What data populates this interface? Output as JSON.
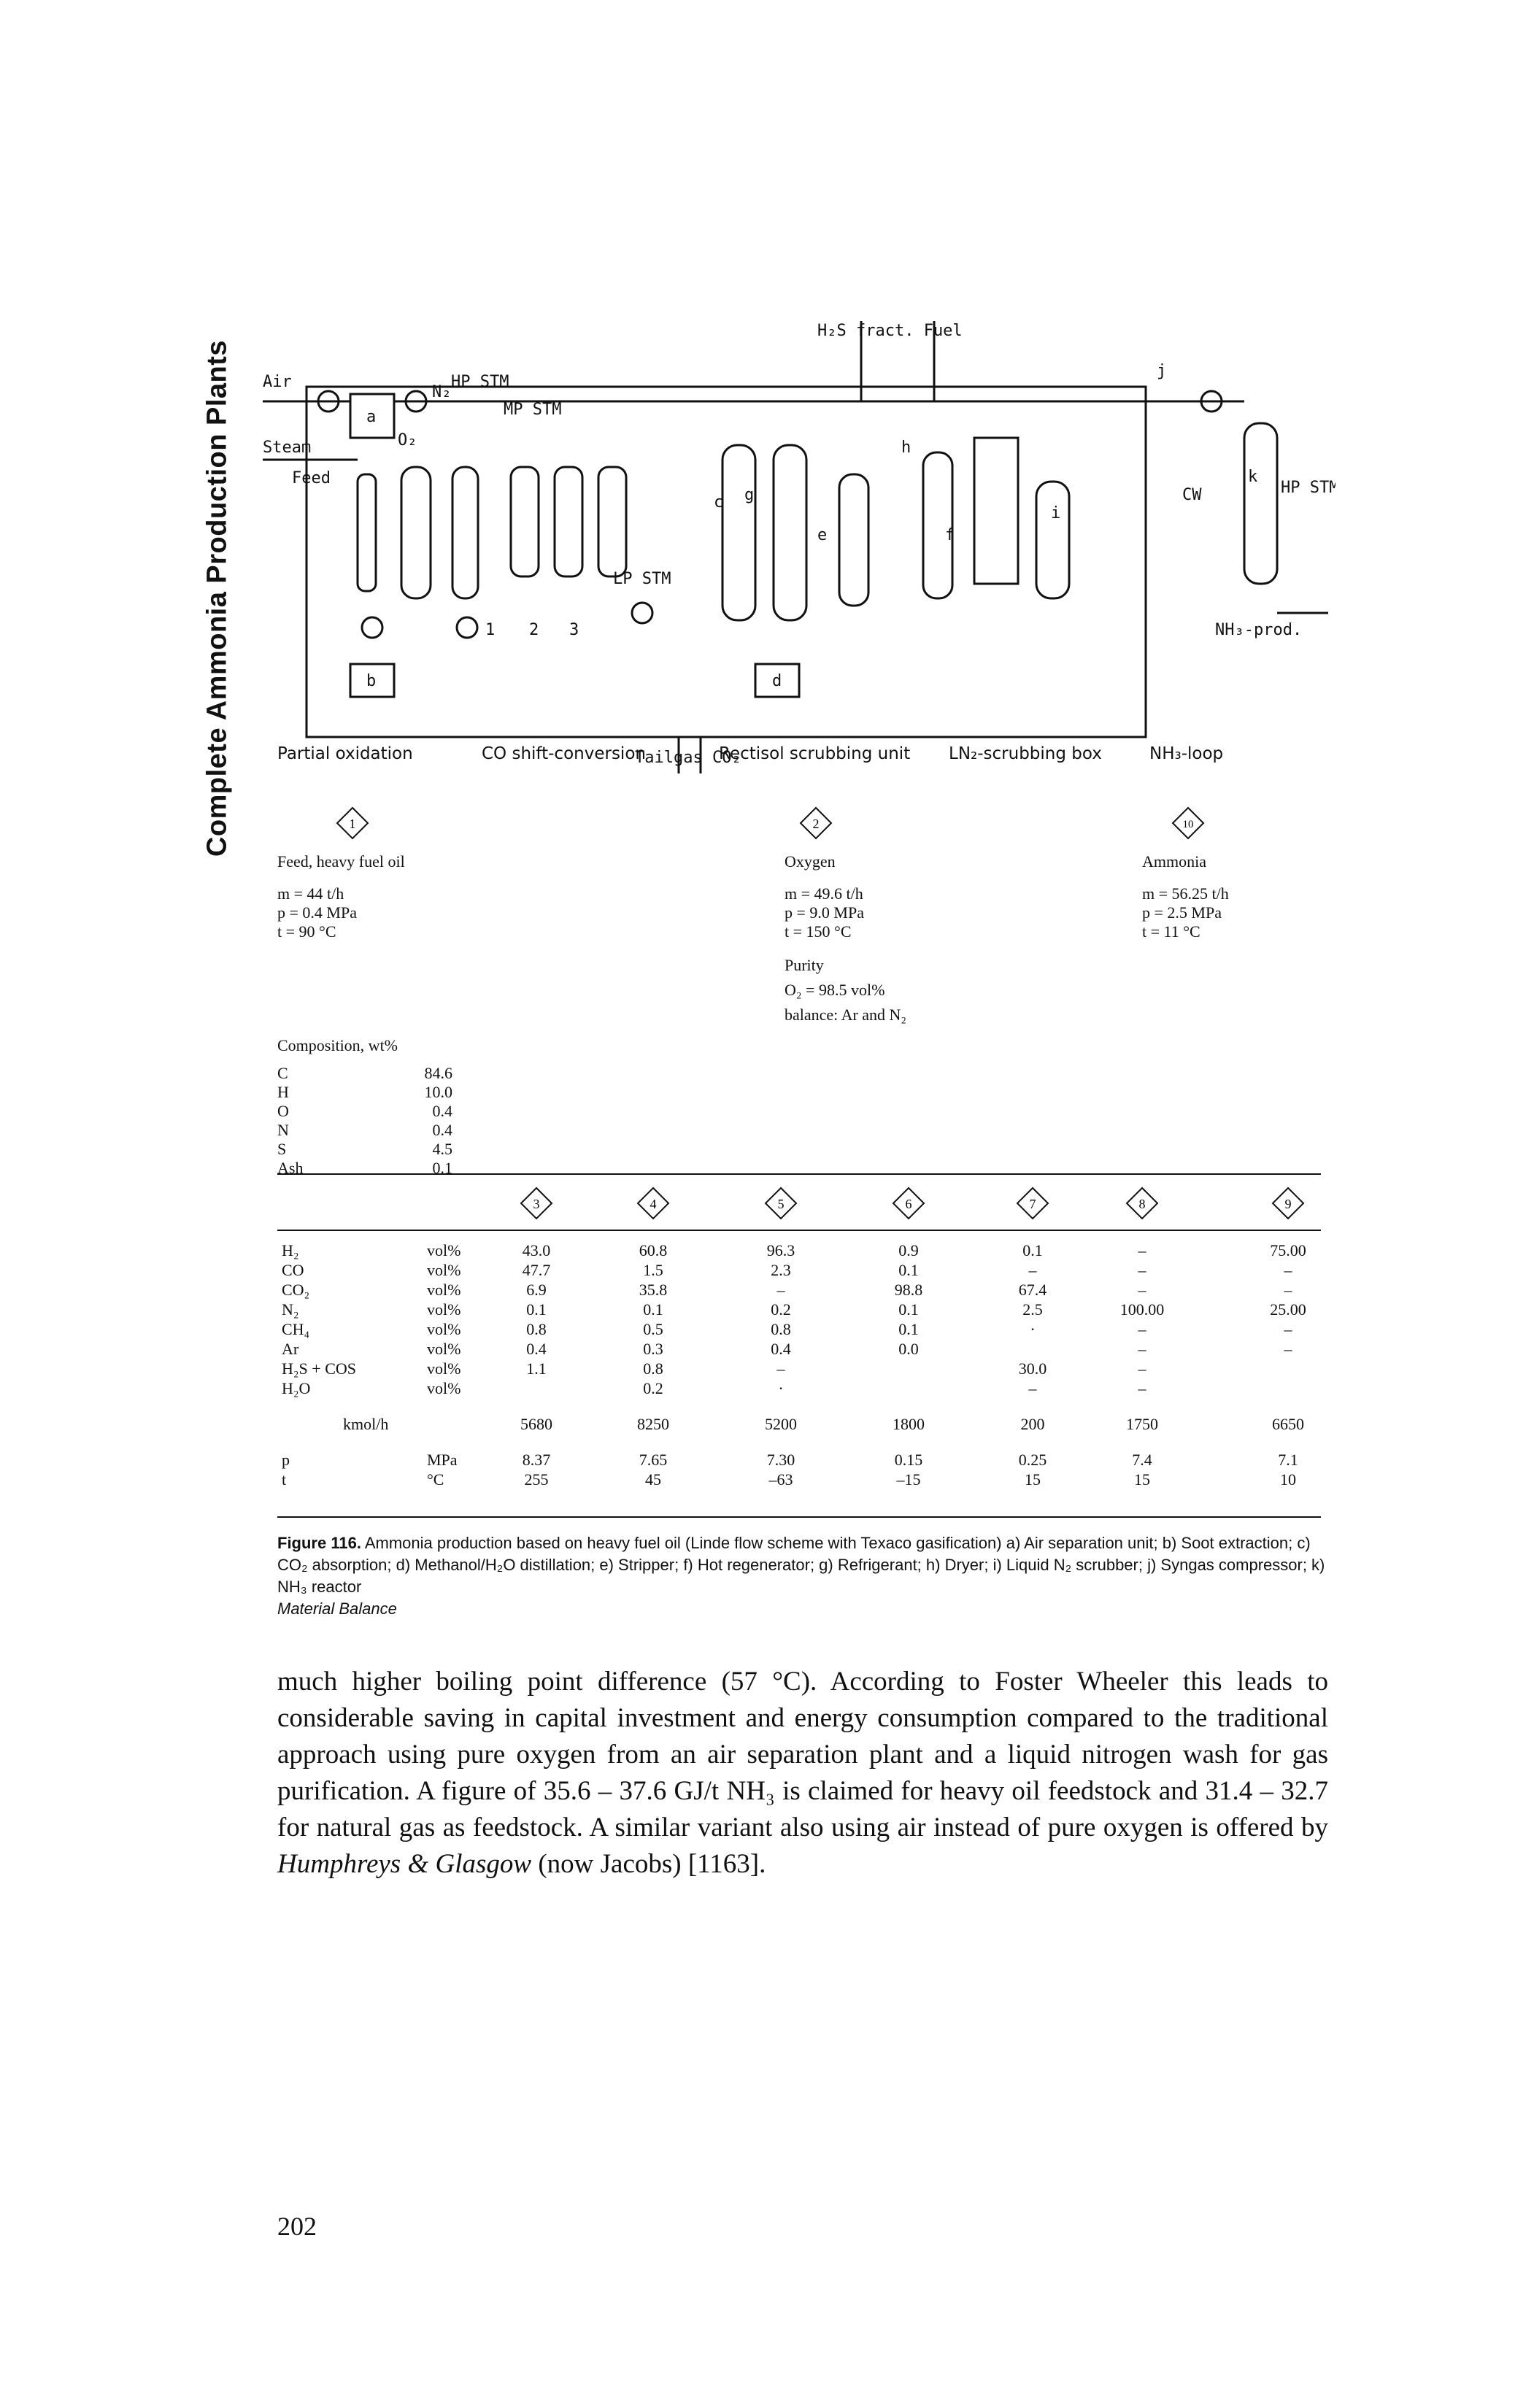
{
  "sidebar": {
    "running_head": "Complete Ammonia Production Plants"
  },
  "diagram": {
    "labels": {
      "air": "Air",
      "steam": "Steam",
      "feed": "Feed",
      "n2": "N₂",
      "o2": "O₂",
      "hp_stm": "HP STM",
      "mp_stm": "MP STM",
      "lp_stm": "LP STM",
      "h2s_fuel": "H₂S fract.  Fuel",
      "tailgas": "Tailgas CO₂",
      "cw": "CW",
      "hp_stm_right": "HP STM",
      "nh3_prod": "NH₃-prod.",
      "unit_a": "a",
      "unit_b": "b",
      "unit_c": "c",
      "unit_d": "d",
      "unit_e": "e",
      "unit_f": "f",
      "unit_g": "g",
      "unit_h": "h",
      "unit_i": "i",
      "unit_j": "j",
      "unit_k": "k",
      "n1": "1",
      "n2b": "2",
      "n3": "3"
    },
    "sections": [
      "Partial oxidation",
      "CO shift-conversion",
      "Rectisol scrubbing unit",
      "LN₂-scrubbing box",
      "NH₃-loop"
    ]
  },
  "streams": {
    "s1": {
      "num": "1",
      "title": "Feed, heavy fuel oil",
      "m": "m = 44 t/h",
      "p": "p = 0.4 MPa",
      "t": "t = 90 °C"
    },
    "s2": {
      "num": "2",
      "title": "Oxygen",
      "m": "m = 49.6 t/h",
      "p": "p = 9.0 MPa",
      "t": "t = 150 °C",
      "purity_label": "Purity",
      "purity": "O₂ = 98.5 vol%",
      "balance": "balance: Ar and N₂"
    },
    "s10": {
      "num": "10",
      "title": "Ammonia",
      "m": "m = 56.25 t/h",
      "p": "p = 2.5 MPa",
      "t": "t = 11 °C"
    }
  },
  "composition": {
    "title": "Composition, wt%",
    "rows": [
      {
        "k": "C",
        "v": "84.6"
      },
      {
        "k": "H",
        "v": "10.0"
      },
      {
        "k": "O",
        "v": "0.4"
      },
      {
        "k": "N",
        "v": "0.4"
      },
      {
        "k": "S",
        "v": "4.5"
      },
      {
        "k": "Ash",
        "v": "0.1"
      }
    ]
  },
  "balance": {
    "columns": [
      "3",
      "4",
      "5",
      "6",
      "7",
      "8",
      "9"
    ],
    "rows": [
      {
        "lab": "H₂",
        "unit": "vol%",
        "vals": [
          "43.0",
          "60.8",
          "96.3",
          "0.9",
          "0.1",
          "–",
          "75.00"
        ]
      },
      {
        "lab": "CO",
        "unit": "vol%",
        "vals": [
          "47.7",
          "1.5",
          "2.3",
          "0.1",
          "–",
          "–",
          "–"
        ]
      },
      {
        "lab": "CO₂",
        "unit": "vol%",
        "vals": [
          "6.9",
          "35.8",
          "–",
          "98.8",
          "67.4",
          "–",
          "–"
        ]
      },
      {
        "lab": "N₂",
        "unit": "vol%",
        "vals": [
          "0.1",
          "0.1",
          "0.2",
          "0.1",
          "2.5",
          "100.00",
          "25.00"
        ]
      },
      {
        "lab": "CH₄",
        "unit": "vol%",
        "vals": [
          "0.8",
          "0.5",
          "0.8",
          "0.1",
          "·",
          "–",
          "–"
        ]
      },
      {
        "lab": "Ar",
        "unit": "vol%",
        "vals": [
          "0.4",
          "0.3",
          "0.4",
          "0.0",
          "",
          "–",
          "–"
        ]
      },
      {
        "lab": "H₂S + COS",
        "unit": "vol%",
        "vals": [
          "1.1",
          "0.8",
          "–",
          "",
          "30.0",
          "–",
          ""
        ]
      },
      {
        "lab": "H₂O",
        "unit": "vol%",
        "vals": [
          "",
          "0.2",
          "·",
          "",
          "–",
          "–",
          ""
        ]
      },
      {
        "lab": "kmol/h",
        "unit": "",
        "vals": [
          "5680",
          "8250",
          "5200",
          "1800",
          "200",
          "1750",
          "6650"
        ]
      },
      {
        "lab": "p",
        "unit": "MPa",
        "vals": [
          "8.37",
          "7.65",
          "7.30",
          "0.15",
          "0.25",
          "7.4",
          "7.1"
        ]
      },
      {
        "lab": "t",
        "unit": "°C",
        "vals": [
          "255",
          "45",
          "–63",
          "–15",
          "15",
          "15",
          "10"
        ]
      }
    ]
  },
  "caption": {
    "fig": "Figure 116.",
    "text": "Ammonia production based on heavy fuel oil (Linde flow scheme with Texaco gasification) a) Air separation unit; b) Soot extraction; c) CO₂ absorption; d) Methanol/H₂O distillation; e) Stripper; f) Hot regenerator; g) Refrigerant; h) Dryer; i) Liquid N₂ scrubber; j) Syngas compressor; k) NH₃ reactor",
    "material": "Material Balance"
  },
  "body": {
    "p1": "much higher boiling point difference (57 °C). According to Foster Wheeler this leads to considerable saving in capital investment and energy consumption compared to the traditional approach using pure oxygen from an air separation plant and a liquid nitrogen wash for gas purification. A figure of 35.6 – 37.6 GJ/t NH₃ is claimed for heavy oil feedstock and 31.4 – 32.7 for natural gas as feedstock. A similar variant also using air instead of pure oxygen is offered by ",
    "italic1": "Humphreys & Glasgow",
    "p2": " (now Jacobs) [1163]."
  },
  "page_number": "202"
}
